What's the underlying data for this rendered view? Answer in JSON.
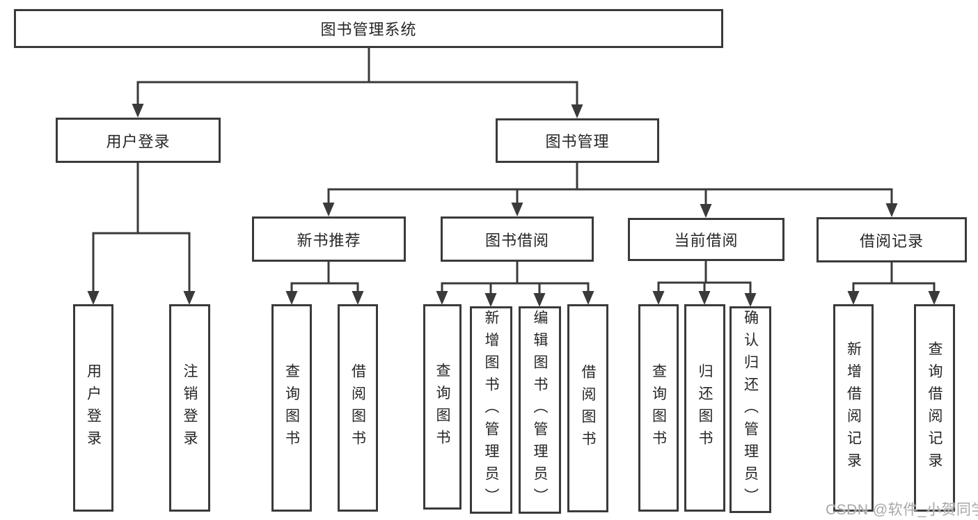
{
  "tree": {
    "root": {
      "label": "图书管理系统"
    },
    "branches": [
      {
        "label": "用户登录",
        "children": [
          {
            "label": "用户登录"
          },
          {
            "label": "注销登录"
          }
        ]
      },
      {
        "label": "图书管理",
        "children": [
          {
            "label": "新书推荐",
            "children": [
              {
                "label": "查询图书"
              },
              {
                "label": "借阅图书"
              }
            ]
          },
          {
            "label": "图书借阅",
            "children": [
              {
                "label": "查询图书"
              },
              {
                "label": "新增图书（管理员）"
              },
              {
                "label": "编辑图书（管理员）"
              },
              {
                "label": "借阅图书"
              }
            ]
          },
          {
            "label": "当前借阅",
            "children": [
              {
                "label": "查询图书"
              },
              {
                "label": "归还图书"
              },
              {
                "label": "确认归还（管理员）"
              }
            ]
          },
          {
            "label": "借阅记录",
            "children": [
              {
                "label": "新增借阅记录"
              },
              {
                "label": "查询借阅记录"
              }
            ]
          }
        ]
      }
    ]
  },
  "watermark": {
    "text": "CSDN @软件_小贺同学"
  },
  "colors": {
    "line": "#3a3a3a",
    "text": "#262626",
    "box_background": "#ffffff",
    "watermark": "#a8a8a8"
  }
}
